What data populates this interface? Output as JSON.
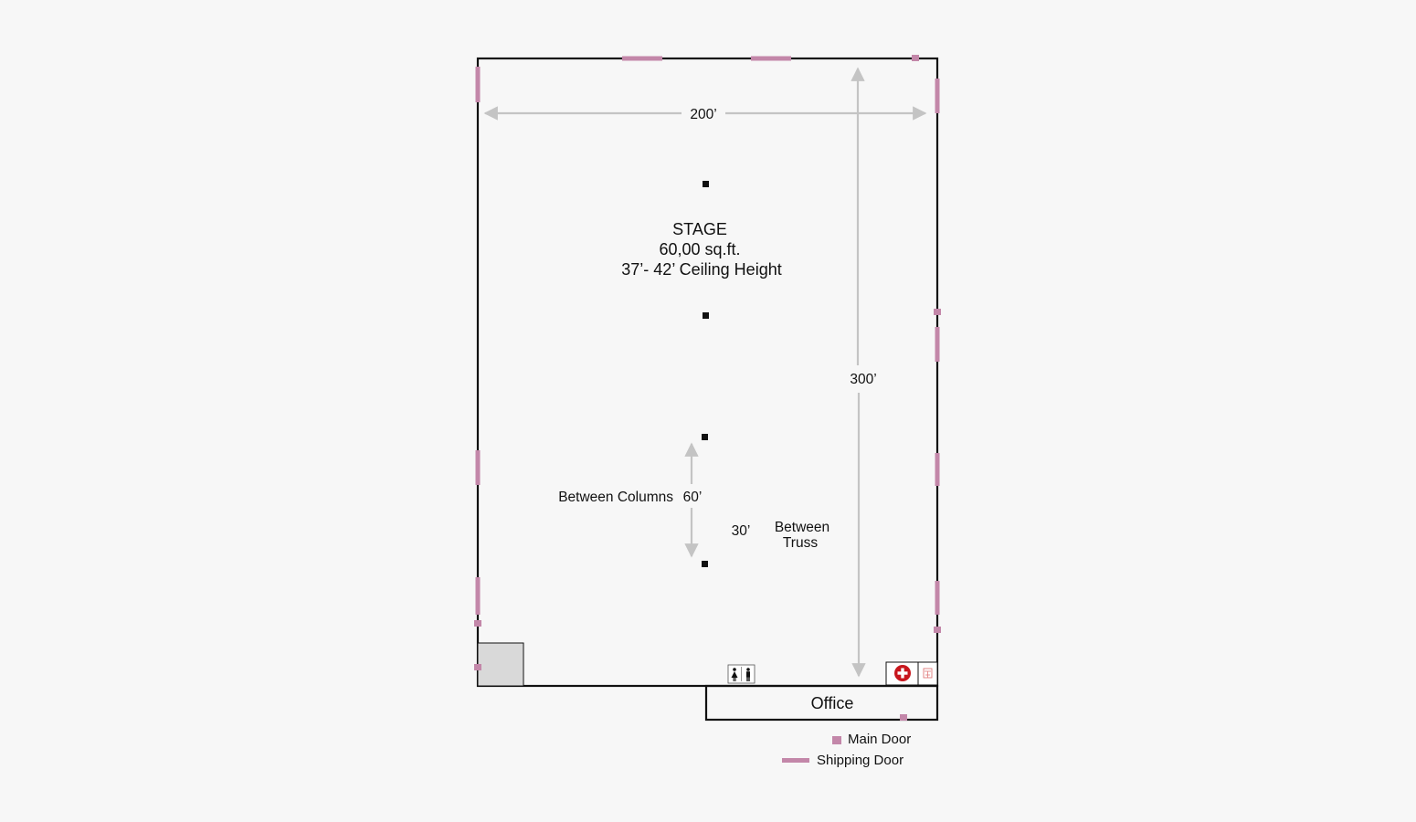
{
  "stage": {
    "name": "STAGE",
    "area": "60,00 sq.ft.",
    "ceiling": "37’- 42’ Ceiling Height"
  },
  "dimensions": {
    "width": "200’",
    "length": "300’",
    "column_spacing_value": "60’",
    "column_spacing_label": "Between Columns",
    "truss_spacing_value": "30’",
    "truss_spacing_label_line1": "Between",
    "truss_spacing_label_line2": "Truss"
  },
  "office": {
    "label": "Office"
  },
  "legend": {
    "main_door": "Main Door",
    "shipping_door": "Shipping Door"
  },
  "colors": {
    "background": "#f7f7f7",
    "wall": "#111111",
    "door": "#c387a9",
    "dimension_line": "#c4c4c4",
    "first_aid": "#c8161d",
    "fire_extinguisher": "#e07a7a",
    "storage_room": "#d9d9d9"
  },
  "icons": [
    "restroom-icon",
    "first-aid-icon",
    "fire-extinguisher-icon"
  ]
}
